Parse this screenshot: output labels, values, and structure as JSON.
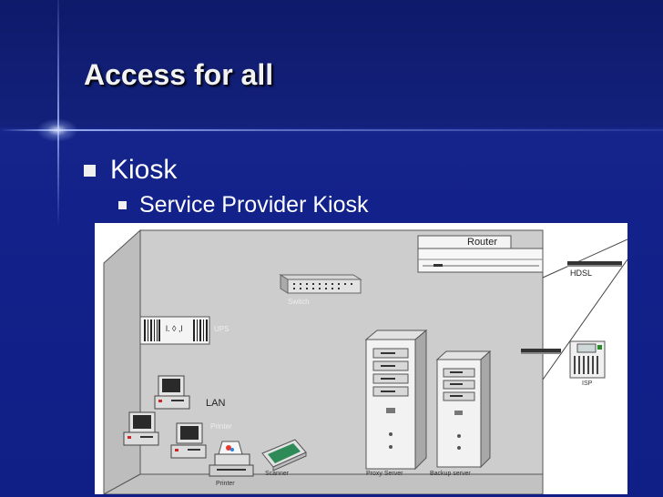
{
  "slide": {
    "title": "Access for all",
    "bullets": [
      {
        "text": "Kiosk",
        "level": 1
      },
      {
        "text": "Service Provider Kiosk",
        "level": 2
      }
    ]
  },
  "diagram": {
    "labels": {
      "router": "Router",
      "hdsl": "HDSL",
      "switch": "Switch",
      "ups": "UPS",
      "ups_display": "l. ◊ ,l",
      "isp": "ISP",
      "lan": "LAN",
      "printer_upper": "Printer",
      "printer_lower": "Printer",
      "scanner": "Scanner",
      "proxy_server": "Proxy Server",
      "backup_server": "Backup server"
    }
  },
  "colors": {
    "background": "#13228a",
    "title": "#f2f2f2",
    "room_fill": "#c8c8c8"
  }
}
